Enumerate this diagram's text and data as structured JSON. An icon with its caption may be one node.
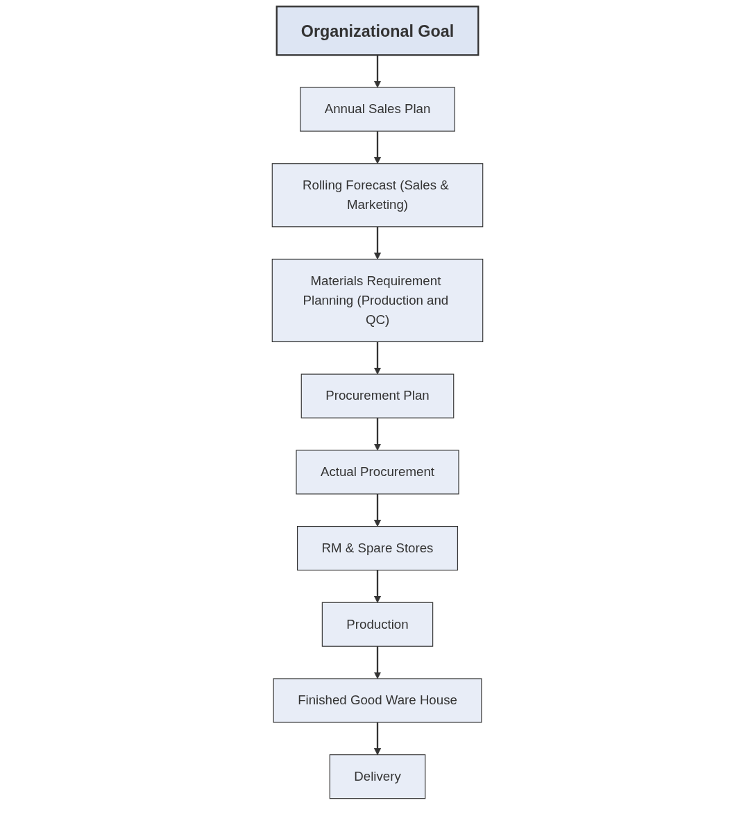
{
  "diagram": {
    "nodes": [
      {
        "text": [
          "Organizational Goal"
        ]
      },
      {
        "text": [
          "Annual Sales Plan"
        ]
      },
      {
        "text": [
          "Rolling Forecast (Sales & Marketing)"
        ]
      },
      {
        "text": [
          "Materials Requirement Planning (Production and QC)"
        ]
      },
      {
        "text": [
          "Procurement Plan"
        ]
      },
      {
        "text": [
          "Actual Procurement"
        ]
      },
      {
        "text": [
          "RM & Spare Stores"
        ]
      },
      {
        "text": [
          "Production"
        ]
      },
      {
        "text": [
          "Finished Good Ware House"
        ]
      },
      {
        "text": [
          "Delivery"
        ]
      }
    ],
    "edges": [
      {
        "from": 0,
        "to": 1,
        "arrow": "to"
      },
      {
        "from": 1,
        "to": 2,
        "arrow": "to"
      },
      {
        "from": 2,
        "to": 3,
        "arrow": "to"
      },
      {
        "from": 3,
        "to": 4,
        "arrow": "to"
      },
      {
        "from": 4,
        "to": 5,
        "arrow": "to"
      },
      {
        "from": 5,
        "to": 6,
        "arrow": "to"
      },
      {
        "from": 6,
        "to": 7,
        "arrow": "to"
      },
      {
        "from": 7,
        "to": 8,
        "arrow": "to"
      },
      {
        "from": 8,
        "to": 9,
        "arrow": "to"
      }
    ]
  }
}
